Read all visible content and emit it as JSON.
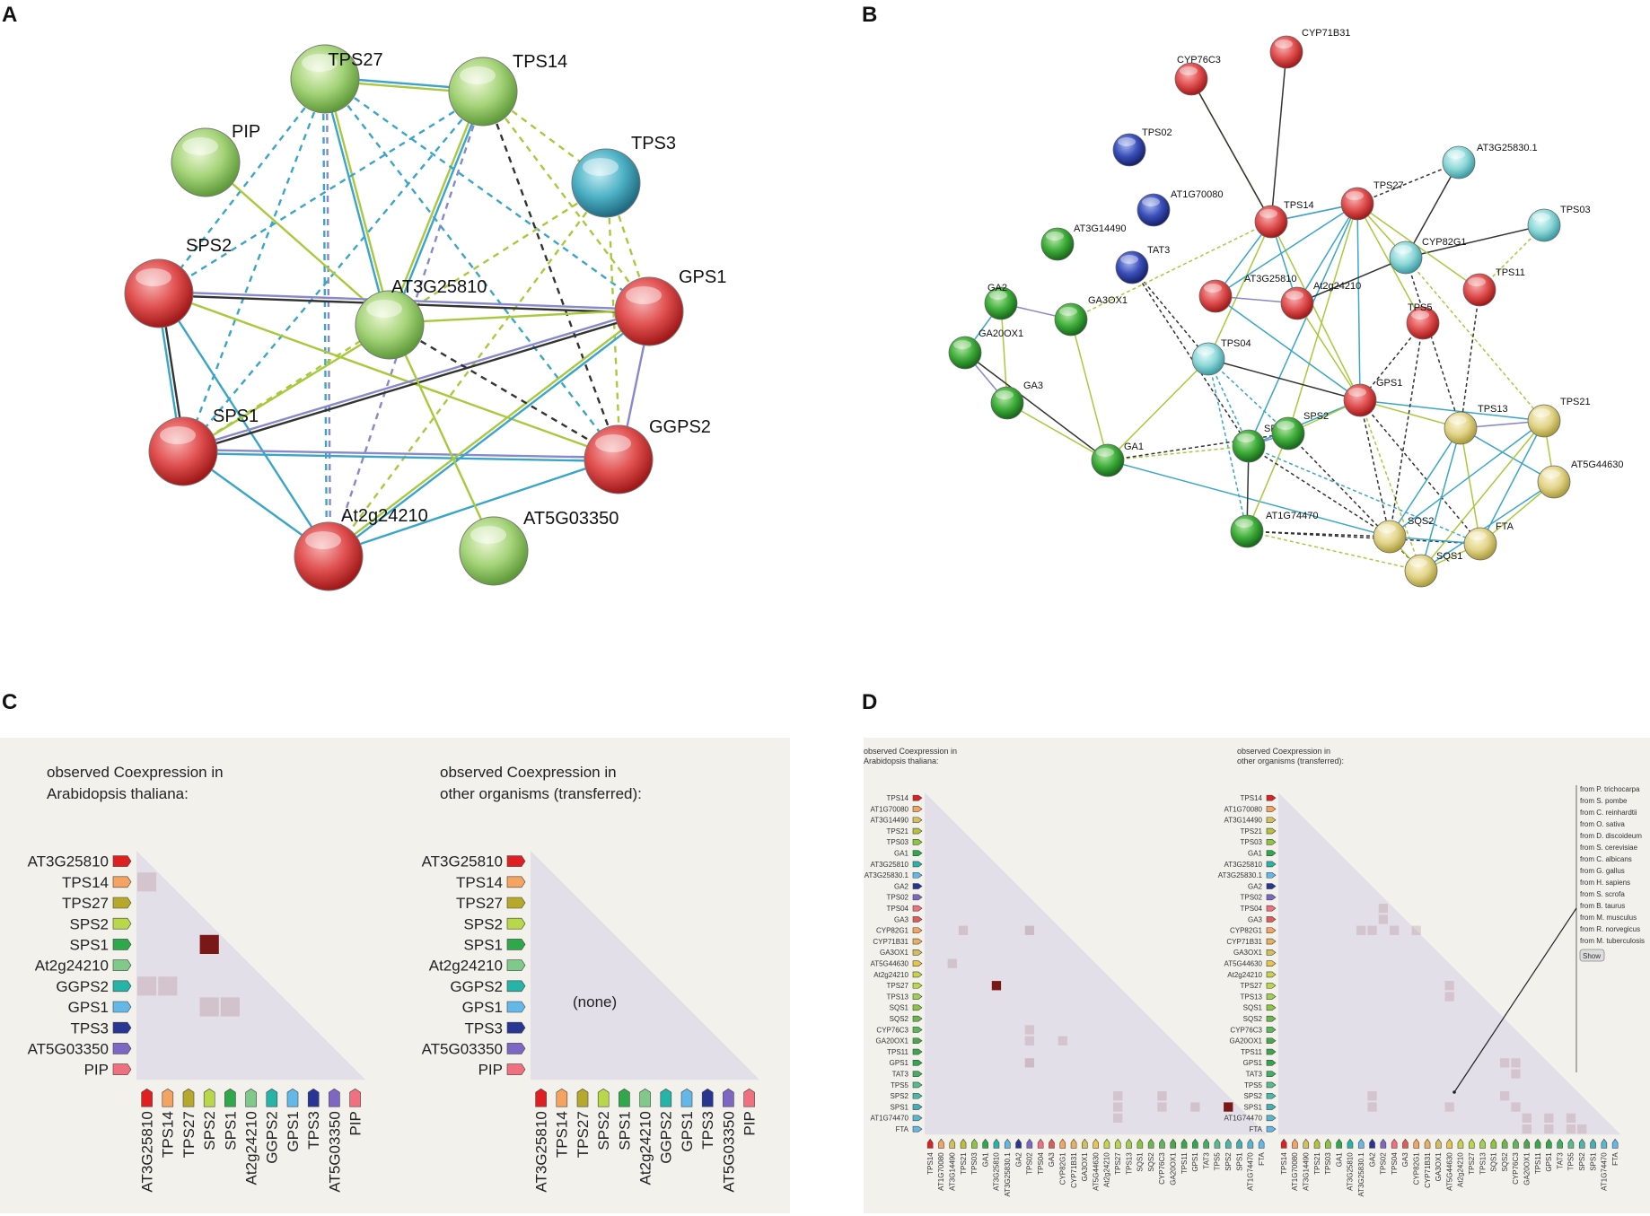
{
  "panels": {
    "A": {
      "label": "A",
      "nodes": [
        {
          "name": "TPS27",
          "color": "green"
        },
        {
          "name": "TPS14",
          "color": "green"
        },
        {
          "name": "PIP",
          "color": "green"
        },
        {
          "name": "TPS3",
          "color": "teal"
        },
        {
          "name": "SPS2",
          "color": "red"
        },
        {
          "name": "AT3G25810",
          "color": "green"
        },
        {
          "name": "GPS1",
          "color": "red"
        },
        {
          "name": "SPS1",
          "color": "red"
        },
        {
          "name": "GGPS2",
          "color": "red"
        },
        {
          "name": "At2g24210",
          "color": "red"
        },
        {
          "name": "AT5G03350",
          "color": "green"
        }
      ],
      "edges": [
        [
          "TPS27",
          "TPS14",
          "solid",
          "#3aa5c8"
        ],
        [
          "TPS27",
          "TPS14",
          "solid",
          "#a9c93d"
        ],
        [
          "TPS27",
          "AT3G25810",
          "solid",
          "#a9c93d"
        ],
        [
          "TPS27",
          "AT3G25810",
          "solid",
          "#3aa5c8"
        ],
        [
          "TPS14",
          "AT3G25810",
          "solid",
          "#3aa5c8"
        ],
        [
          "TPS14",
          "AT3G25810",
          "solid",
          "#a9c93d"
        ],
        [
          "TPS27",
          "GGPS2",
          "dashed",
          "#3aa5c8"
        ],
        [
          "TPS27",
          "SPS1",
          "dashed",
          "#3aa5c8"
        ],
        [
          "TPS27",
          "SPS2",
          "dashed",
          "#3aa5c8"
        ],
        [
          "TPS27",
          "GPS1",
          "dashed",
          "#3aa5c8"
        ],
        [
          "TPS27",
          "At2g24210",
          "dashed",
          "#8888cc"
        ],
        [
          "TPS27",
          "At2g24210",
          "dashed",
          "#3aa5c8"
        ],
        [
          "TPS14",
          "GGPS2",
          "dashed",
          "#333333"
        ],
        [
          "TPS14",
          "At2g24210",
          "dashed",
          "#8888cc"
        ],
        [
          "TPS14",
          "SPS1",
          "dashed",
          "#3aa5c8"
        ],
        [
          "TPS14",
          "GPS1",
          "dashed",
          "#a9c93d"
        ],
        [
          "TPS14",
          "TPS3",
          "dashed",
          "#a9c93d"
        ],
        [
          "TPS14",
          "SPS2",
          "dashed",
          "#3aa5c8"
        ],
        [
          "PIP",
          "AT3G25810",
          "solid",
          "#a9c93d"
        ],
        [
          "TPS3",
          "GPS1",
          "dashed",
          "#a9c93d"
        ],
        [
          "TPS3",
          "GGPS2",
          "dashed",
          "#a9c93d"
        ],
        [
          "TPS3",
          "At2g24210",
          "dashed",
          "#a9c93d"
        ],
        [
          "TPS3",
          "SPS1",
          "dashed",
          "#a9c93d"
        ],
        [
          "SPS2",
          "GPS1",
          "solid",
          "#8888cc"
        ],
        [
          "SPS2",
          "GPS1",
          "solid",
          "#333333"
        ],
        [
          "SPS2",
          "SPS1",
          "solid",
          "#333333"
        ],
        [
          "SPS2",
          "SPS1",
          "solid",
          "#3aa5c8"
        ],
        [
          "SPS2",
          "GGPS2",
          "solid",
          "#a9c93d"
        ],
        [
          "SPS2",
          "At2g24210",
          "solid",
          "#3aa5c8"
        ],
        [
          "SPS1",
          "GPS1",
          "solid",
          "#8888cc"
        ],
        [
          "SPS1",
          "GPS1",
          "solid",
          "#333333"
        ],
        [
          "SPS1",
          "GGPS2",
          "solid",
          "#8888cc"
        ],
        [
          "SPS1",
          "GGPS2",
          "solid",
          "#3aa5c8"
        ],
        [
          "SPS1",
          "At2g24210",
          "solid",
          "#3aa5c8"
        ],
        [
          "GPS1",
          "GGPS2",
          "solid",
          "#8888cc"
        ],
        [
          "GPS1",
          "At2g24210",
          "solid",
          "#3aa5c8"
        ],
        [
          "GPS1",
          "At2g24210",
          "solid",
          "#a9c93d"
        ],
        [
          "At2g24210",
          "GGPS2",
          "solid",
          "#3aa5c8"
        ],
        [
          "AT3G25810",
          "GGPS2",
          "dashed",
          "#333333"
        ],
        [
          "AT3G25810",
          "AT5G03350",
          "solid",
          "#a9c93d"
        ],
        [
          "AT3G25810",
          "SPS1",
          "solid",
          "#a9c93d"
        ],
        [
          "AT3G25810",
          "GPS1",
          "solid",
          "#a9c93d"
        ]
      ]
    },
    "B": {
      "label": "B",
      "nodes": [
        {
          "name": "CYP71B31",
          "color": "red"
        },
        {
          "name": "CYP76C3",
          "color": "red"
        },
        {
          "name": "TPS02",
          "color": "blue"
        },
        {
          "name": "AT1G70080",
          "color": "blue"
        },
        {
          "name": "AT3G14490",
          "color": "green"
        },
        {
          "name": "TAT3",
          "color": "blue"
        },
        {
          "name": "AT3G25830.1",
          "color": "cyan"
        },
        {
          "name": "TPS27",
          "color": "red"
        },
        {
          "name": "TPS14",
          "color": "red"
        },
        {
          "name": "TPS03",
          "color": "cyan"
        },
        {
          "name": "CYP82G1",
          "color": "cyan"
        },
        {
          "name": "TPS11",
          "color": "red"
        },
        {
          "name": "GA2",
          "color": "green"
        },
        {
          "name": "GA3OX1",
          "color": "green"
        },
        {
          "name": "AT3G25810",
          "color": "red"
        },
        {
          "name": "At2g24210",
          "color": "red"
        },
        {
          "name": "TPS5",
          "color": "red"
        },
        {
          "name": "GA20OX1",
          "color": "green"
        },
        {
          "name": "TPS04",
          "color": "cyan"
        },
        {
          "name": "GA3",
          "color": "green"
        },
        {
          "name": "GPS1",
          "color": "red"
        },
        {
          "name": "TPS13",
          "color": "yellow"
        },
        {
          "name": "TPS21",
          "color": "yellow"
        },
        {
          "name": "SPS1",
          "color": "green"
        },
        {
          "name": "SPS2",
          "color": "green"
        },
        {
          "name": "GA1",
          "color": "green"
        },
        {
          "name": "AT5G44630",
          "color": "yellow"
        },
        {
          "name": "AT1G74470",
          "color": "green"
        },
        {
          "name": "SQS2",
          "color": "yellow"
        },
        {
          "name": "FTA",
          "color": "yellow"
        },
        {
          "name": "SQS1",
          "color": "yellow"
        }
      ]
    },
    "C": {
      "label": "C",
      "left_title_1": "observed Coexpression in",
      "left_title_2": "Arabidopsis thaliana:",
      "right_title_1": "observed Coexpression in",
      "right_title_2": "other organisms (transferred):",
      "none_text": "(none)",
      "genes": [
        {
          "name": "AT3G25810",
          "color": "#e02020"
        },
        {
          "name": "TPS14",
          "color": "#f4a460"
        },
        {
          "name": "TPS27",
          "color": "#b5a82a"
        },
        {
          "name": "SPS2",
          "color": "#b8d84a"
        },
        {
          "name": "SPS1",
          "color": "#2ea84a"
        },
        {
          "name": "At2g24210",
          "color": "#7fc98a"
        },
        {
          "name": "GGPS2",
          "color": "#26b3a8"
        },
        {
          "name": "GPS1",
          "color": "#63b8e8"
        },
        {
          "name": "TPS3",
          "color": "#283593"
        },
        {
          "name": "AT5G03350",
          "color": "#7e67c4"
        },
        {
          "name": "PIP",
          "color": "#f07080"
        }
      ],
      "cells": [
        {
          "row": 1,
          "col": 0,
          "level": 0.15
        },
        {
          "row": 4,
          "col": 3,
          "level": 1.0
        },
        {
          "row": 6,
          "col": 0,
          "level": 0.15
        },
        {
          "row": 6,
          "col": 1,
          "level": 0.15
        },
        {
          "row": 7,
          "col": 3,
          "level": 0.2
        },
        {
          "row": 7,
          "col": 4,
          "level": 0.2
        }
      ]
    },
    "D": {
      "label": "D",
      "left_title_1": "observed Coexpression in",
      "left_title_2": "Arabidopsis thaliana:",
      "right_title_1": "observed Coexpression in",
      "right_title_2": "other organisms (transferred):",
      "genes": [
        {
          "name": "TPS14",
          "color": "#e02020"
        },
        {
          "name": "AT1G70080",
          "color": "#f4a460"
        },
        {
          "name": "AT3G14490",
          "color": "#d4c05a"
        },
        {
          "name": "TPS21",
          "color": "#b5c23a"
        },
        {
          "name": "TPS03",
          "color": "#8cc63f"
        },
        {
          "name": "GA1",
          "color": "#2ea84a"
        },
        {
          "name": "AT3G25810",
          "color": "#26b3a8"
        },
        {
          "name": "AT3G25830.1",
          "color": "#63b8e8"
        },
        {
          "name": "GA2",
          "color": "#283593"
        },
        {
          "name": "TPS02",
          "color": "#7e67c4"
        },
        {
          "name": "TPS04",
          "color": "#f07080"
        },
        {
          "name": "GA3",
          "color": "#e05a5a"
        },
        {
          "name": "CYP82G1",
          "color": "#f4a460"
        },
        {
          "name": "CYP71B31",
          "color": "#e8b060"
        },
        {
          "name": "GA3OX1",
          "color": "#d4c05a"
        },
        {
          "name": "AT5G44630",
          "color": "#e8c44a"
        },
        {
          "name": "At2g24210",
          "color": "#c8d24a"
        },
        {
          "name": "TPS27",
          "color": "#b8d84a"
        },
        {
          "name": "TPS13",
          "color": "#a0d050"
        },
        {
          "name": "SQS1",
          "color": "#8cc63f"
        },
        {
          "name": "SQS2",
          "color": "#6ab84a"
        },
        {
          "name": "CYP76C3",
          "color": "#5ab85a"
        },
        {
          "name": "GA20OX1",
          "color": "#4aa84a"
        },
        {
          "name": "TPS11",
          "color": "#3aa84a"
        },
        {
          "name": "GPS1",
          "color": "#2ea84a"
        },
        {
          "name": "TAT3",
          "color": "#40b060"
        },
        {
          "name": "TPS5",
          "color": "#56bc8c"
        },
        {
          "name": "SPS2",
          "color": "#4ab8a8"
        },
        {
          "name": "SPS1",
          "color": "#40b0b8"
        },
        {
          "name": "AT1G74470",
          "color": "#56b8d0"
        },
        {
          "name": "FTA",
          "color": "#63b8e8"
        }
      ],
      "left_cells": [
        {
          "row": 12,
          "col": 3,
          "level": 0.2
        },
        {
          "row": 12,
          "col": 9,
          "level": 0.35
        },
        {
          "row": 15,
          "col": 2,
          "level": 0.2
        },
        {
          "row": 17,
          "col": 6,
          "level": 1.0
        },
        {
          "row": 21,
          "col": 9,
          "level": 0.15
        },
        {
          "row": 22,
          "col": 9,
          "level": 0.15
        },
        {
          "row": 22,
          "col": 12,
          "level": 0.15
        },
        {
          "row": 24,
          "col": 9,
          "level": 0.35
        },
        {
          "row": 27,
          "col": 17,
          "level": 0.15
        },
        {
          "row": 27,
          "col": 21,
          "level": 0.2
        },
        {
          "row": 28,
          "col": 17,
          "level": 0.15
        },
        {
          "row": 28,
          "col": 21,
          "level": 0.15
        },
        {
          "row": 28,
          "col": 24,
          "level": 0.2
        },
        {
          "row": 28,
          "col": 27,
          "level": 1.0
        },
        {
          "row": 29,
          "col": 17,
          "level": 0.15
        }
      ],
      "right_cells": [
        {
          "row": 10,
          "col": 9,
          "level": 0.15
        },
        {
          "row": 11,
          "col": 9,
          "level": 0.15
        },
        {
          "row": 12,
          "col": 7,
          "level": 0.15
        },
        {
          "row": 12,
          "col": 8,
          "level": 0.15
        },
        {
          "row": 12,
          "col": 10,
          "level": 0.15
        },
        {
          "row": 12,
          "col": 12,
          "level": 0.15
        },
        {
          "row": 17,
          "col": 15,
          "level": 0.15
        },
        {
          "row": 18,
          "col": 15,
          "level": 0.15
        },
        {
          "row": 24,
          "col": 20,
          "level": 0.15
        },
        {
          "row": 24,
          "col": 21,
          "level": 0.15
        },
        {
          "row": 25,
          "col": 21,
          "level": 0.15
        },
        {
          "row": 27,
          "col": 8,
          "level": 0.15
        },
        {
          "row": 27,
          "col": 20,
          "level": 0.15
        },
        {
          "row": 28,
          "col": 21,
          "level": 0.15
        },
        {
          "row": 28,
          "col": 15,
          "level": 0.15
        },
        {
          "row": 28,
          "col": 8,
          "level": 0.15
        },
        {
          "row": 29,
          "col": 22,
          "level": 0.15
        },
        {
          "row": 29,
          "col": 24,
          "level": 0.15
        },
        {
          "row": 29,
          "col": 26,
          "level": 0.15
        },
        {
          "row": 30,
          "col": 22,
          "level": 0.15
        },
        {
          "row": 30,
          "col": 24,
          "level": 0.15
        },
        {
          "row": 30,
          "col": 26,
          "level": 0.15
        },
        {
          "row": 30,
          "col": 27,
          "level": 0.15
        }
      ],
      "legend": {
        "items": [
          "from P. trichocarpa",
          "from S. pombe",
          "from C. reinhardtii",
          "from O. sativa",
          "from D. discoideum",
          "from S. cerevisiae",
          "from C. albicans",
          "from G. gallus",
          "from H. sapiens",
          "from S. scrofa",
          "from B. taurus",
          "from M. musculus",
          "from R. norvegicus",
          "from M. tuberculosis"
        ],
        "button": "Show"
      }
    }
  },
  "colors": {
    "heat_bg": "#e3dfe8",
    "panel_bg": "#f2f1ec",
    "heat_strong": "#7a1717"
  }
}
